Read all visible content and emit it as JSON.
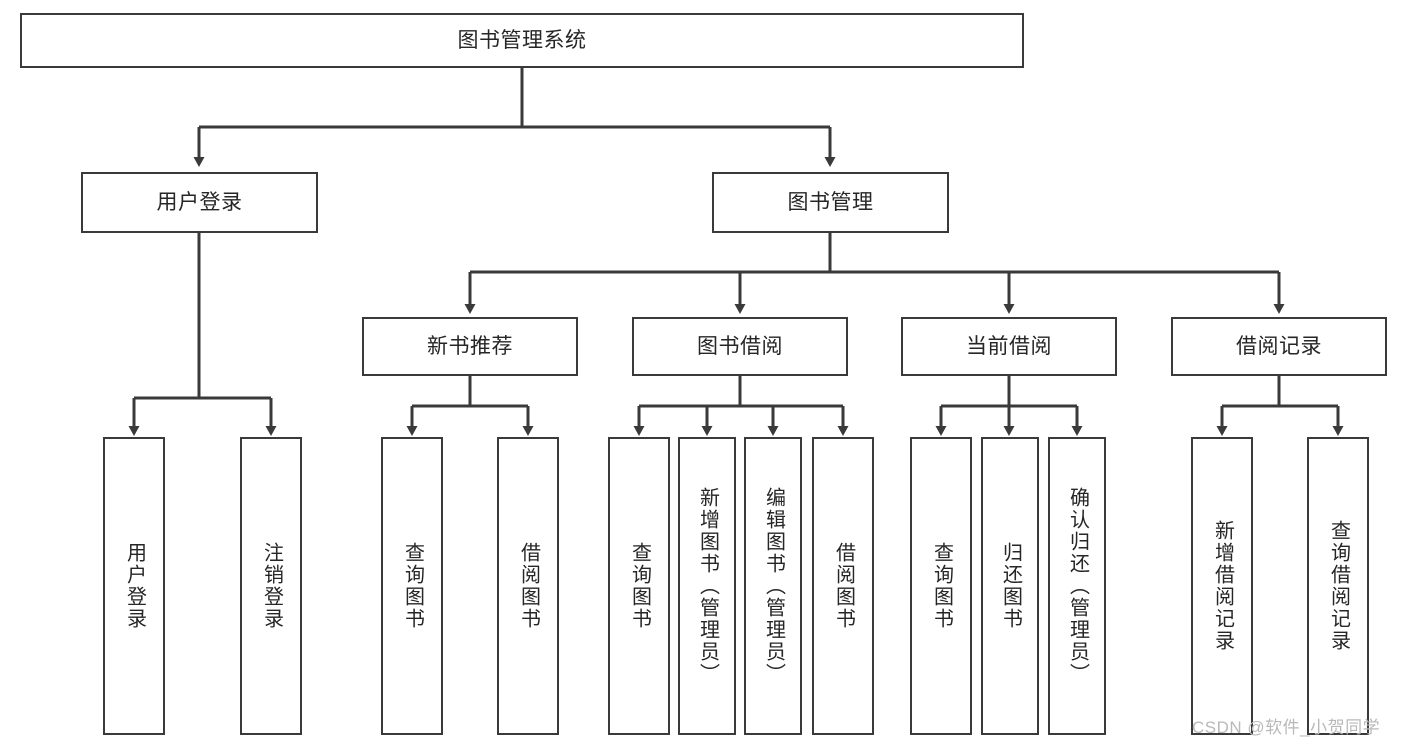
{
  "diagram": {
    "title": "图书管理系统",
    "type": "tree-hierarchy-chart",
    "root": {
      "label": "图书管理系统"
    },
    "level2": [
      {
        "label": "用户登录"
      },
      {
        "label": "图书管理"
      }
    ],
    "level3": [
      {
        "label": "新书推荐"
      },
      {
        "label": "图书借阅"
      },
      {
        "label": "当前借阅"
      },
      {
        "label": "借阅记录"
      }
    ],
    "leaves": {
      "user_login": [
        {
          "label": "用户登录"
        },
        {
          "label": "注销登录"
        }
      ],
      "new_book_recommend": [
        {
          "label": "查询图书"
        },
        {
          "label": "借阅图书"
        }
      ],
      "book_borrow": [
        {
          "label": "查询图书"
        },
        {
          "label": "新增图书（管理员）"
        },
        {
          "label": "编辑图书（管理员）"
        },
        {
          "label": "借阅图书"
        }
      ],
      "current_borrow": [
        {
          "label": "查询图书"
        },
        {
          "label": "归还图书"
        },
        {
          "label": "确认归还（管理员）"
        }
      ],
      "borrow_record": [
        {
          "label": "新增借阅记录"
        },
        {
          "label": "查询借阅记录"
        }
      ]
    }
  },
  "watermark": {
    "text": "CSDN @软件_小贺同学"
  },
  "colors": {
    "stroke": "#3a3a3a",
    "text": "#262626",
    "background": "#ffffff",
    "watermark": "#b9b9b9"
  }
}
